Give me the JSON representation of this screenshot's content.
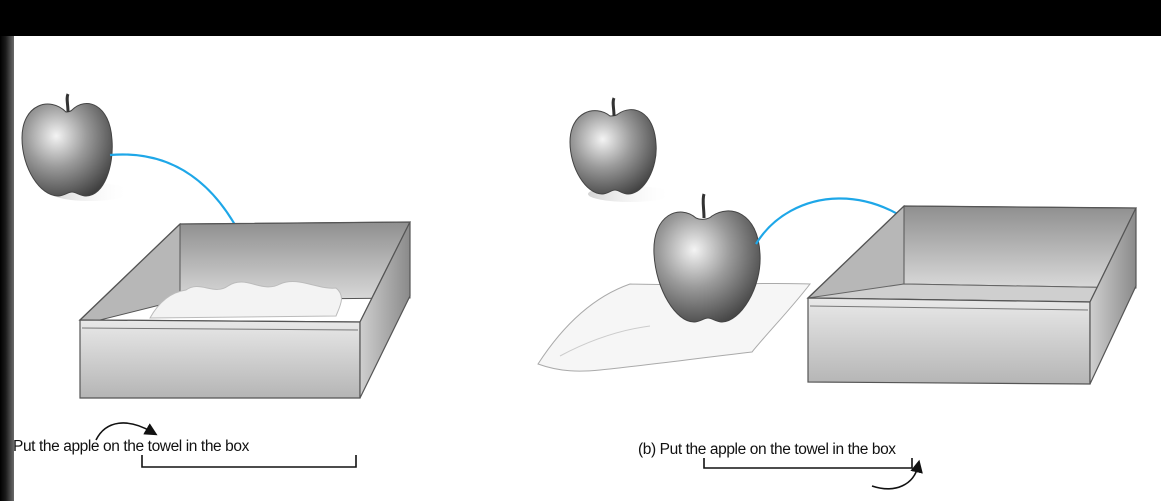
{
  "figure": {
    "caption_a": "Put the apple on the towel in the box",
    "caption_b_label": "(b)",
    "caption_b": "Put the apple on the towel in the box"
  },
  "colors": {
    "arrow": "#1ea7e8",
    "box_stroke": "#555555",
    "background": "#ffffff",
    "frame": "#000000"
  },
  "icons": [
    "apple-icon",
    "box-icon",
    "towel-icon",
    "arrow-icon"
  ]
}
